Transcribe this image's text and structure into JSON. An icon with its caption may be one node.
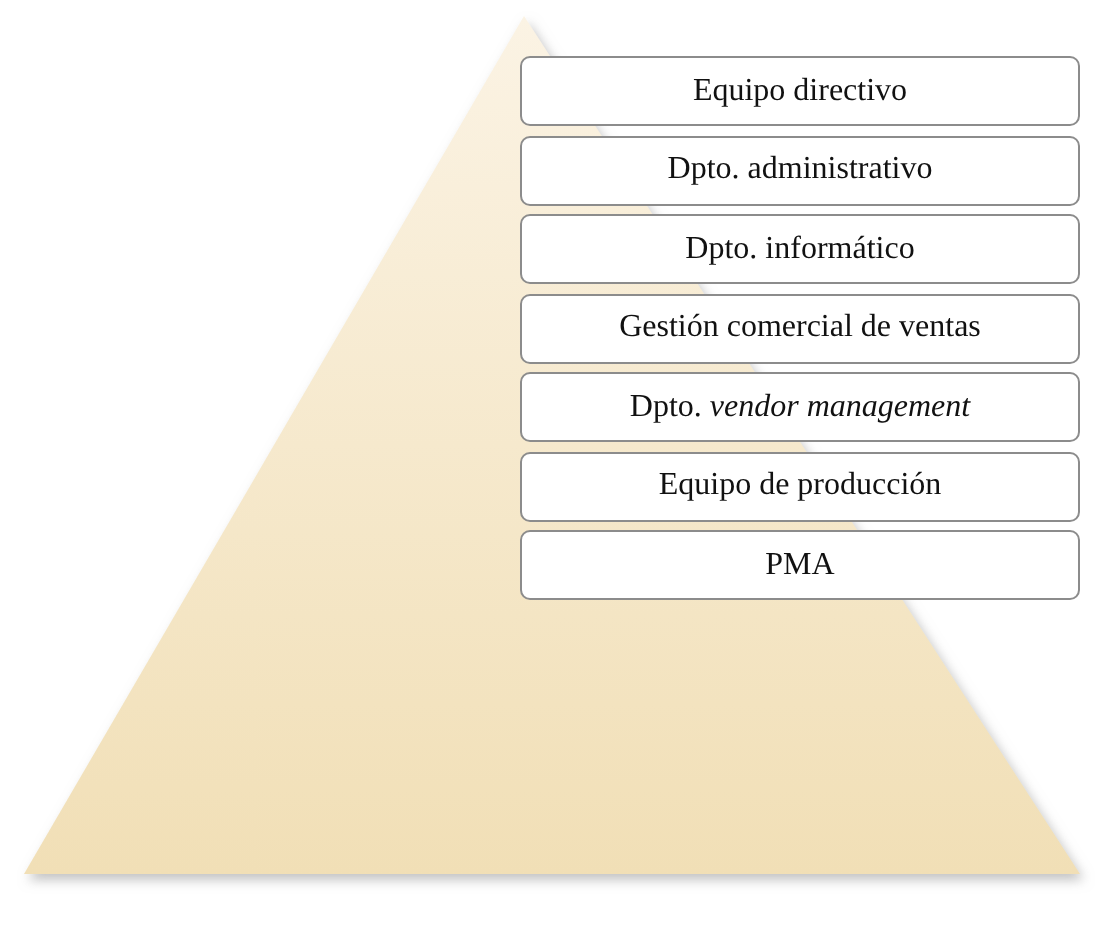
{
  "diagram": {
    "nodes": [
      {
        "text": [
          "Equipo directivo"
        ]
      },
      {
        "text": [
          "Dpto. administrativo"
        ]
      },
      {
        "text": [
          "Dpto. informático"
        ]
      },
      {
        "text": [
          "Gestión comercial de ventas"
        ]
      },
      {
        "text": [
          "Dpto. *vendor management*"
        ]
      },
      {
        "text": [
          "Equipo de producción"
        ]
      },
      {
        "text": [
          "PMA"
        ]
      }
    ]
  }
}
